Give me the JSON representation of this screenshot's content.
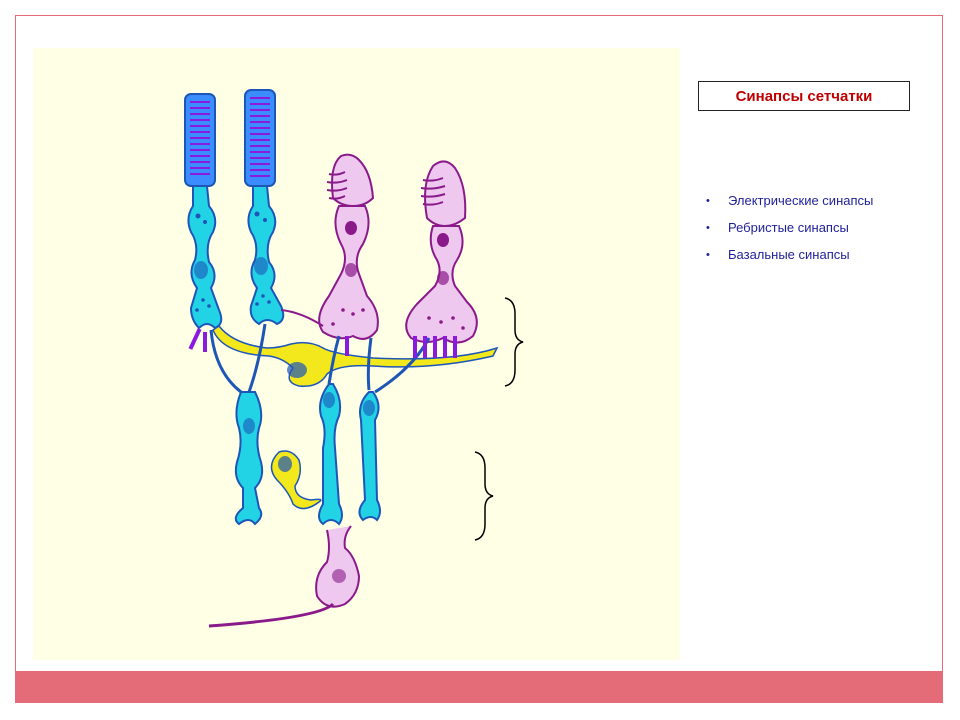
{
  "slide": {
    "title": "Синапсы сетчатки",
    "bullets": [
      "Электрические синапсы",
      "Ребристые синапсы",
      "Базальные синапсы"
    ],
    "bullet_symbol": "•"
  },
  "colors": {
    "accent": "#e36c78",
    "title_text": "#c00000",
    "bullet_text": "#1f1f9a",
    "panel_background": "#ffffe6",
    "rod_cell_fill": "#22d3e6",
    "rod_stack_fill": "#3a8cff",
    "cone_cell_fill": "#eec8ee",
    "cone_outline": "#8a1a8a",
    "horizontal_cell_fill": "#f2e81c",
    "bipolar_cell_fill": "#22d3e6",
    "cell_outline": "#1e56b8"
  },
  "diagram": {
    "cells": [
      {
        "type": "rod-photoreceptor"
      },
      {
        "type": "rod-photoreceptor"
      },
      {
        "type": "cone-photoreceptor"
      },
      {
        "type": "cone-photoreceptor"
      },
      {
        "type": "horizontal-cell"
      },
      {
        "type": "amacrine-cell"
      },
      {
        "type": "bipolar-cell"
      },
      {
        "type": "bipolar-cell"
      },
      {
        "type": "bipolar-cell"
      },
      {
        "type": "ganglion-cell"
      }
    ],
    "layer_brackets": 2
  }
}
